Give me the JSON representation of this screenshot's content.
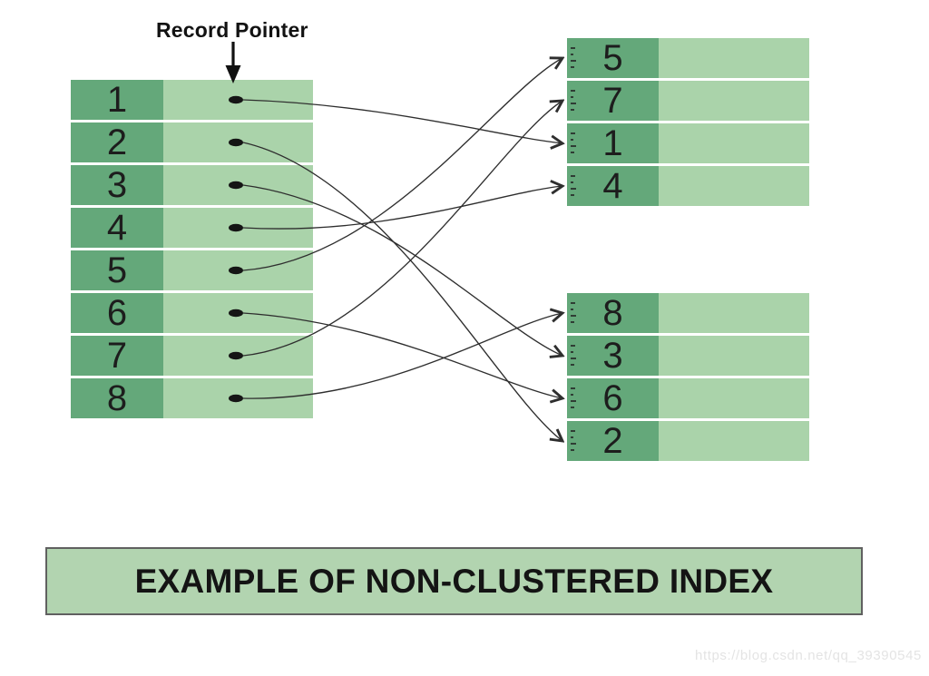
{
  "record_pointer_label": "Record Pointer",
  "banner_text": "EXAMPLE OF NON-CLUSTERED INDEX",
  "watermark": "https://blog.csdn.net/qq_39390545",
  "data_table": {
    "rows": [
      "1",
      "2",
      "3",
      "4",
      "5",
      "6",
      "7",
      "8"
    ]
  },
  "index_tables": [
    {
      "rows": [
        "5",
        "7",
        "1",
        "4"
      ]
    },
    {
      "rows": [
        "8",
        "3",
        "6",
        "2"
      ]
    }
  ],
  "links": [
    {
      "from_row": "1",
      "to_entry": "1"
    },
    {
      "from_row": "2",
      "to_entry": "2"
    },
    {
      "from_row": "3",
      "to_entry": "3"
    },
    {
      "from_row": "4",
      "to_entry": "4"
    },
    {
      "from_row": "5",
      "to_entry": "5"
    },
    {
      "from_row": "6",
      "to_entry": "6"
    },
    {
      "from_row": "7",
      "to_entry": "7"
    },
    {
      "from_row": "8",
      "to_entry": "8"
    }
  ],
  "colors": {
    "key_cell": "#64a87a",
    "value_cell": "#aad3aa",
    "banner_bg": "#b2d4b0",
    "banner_border": "#606060",
    "connector": "#2e2e2e",
    "number_text": "#1d1d1d",
    "watermark_text": "#e4e4e4"
  }
}
